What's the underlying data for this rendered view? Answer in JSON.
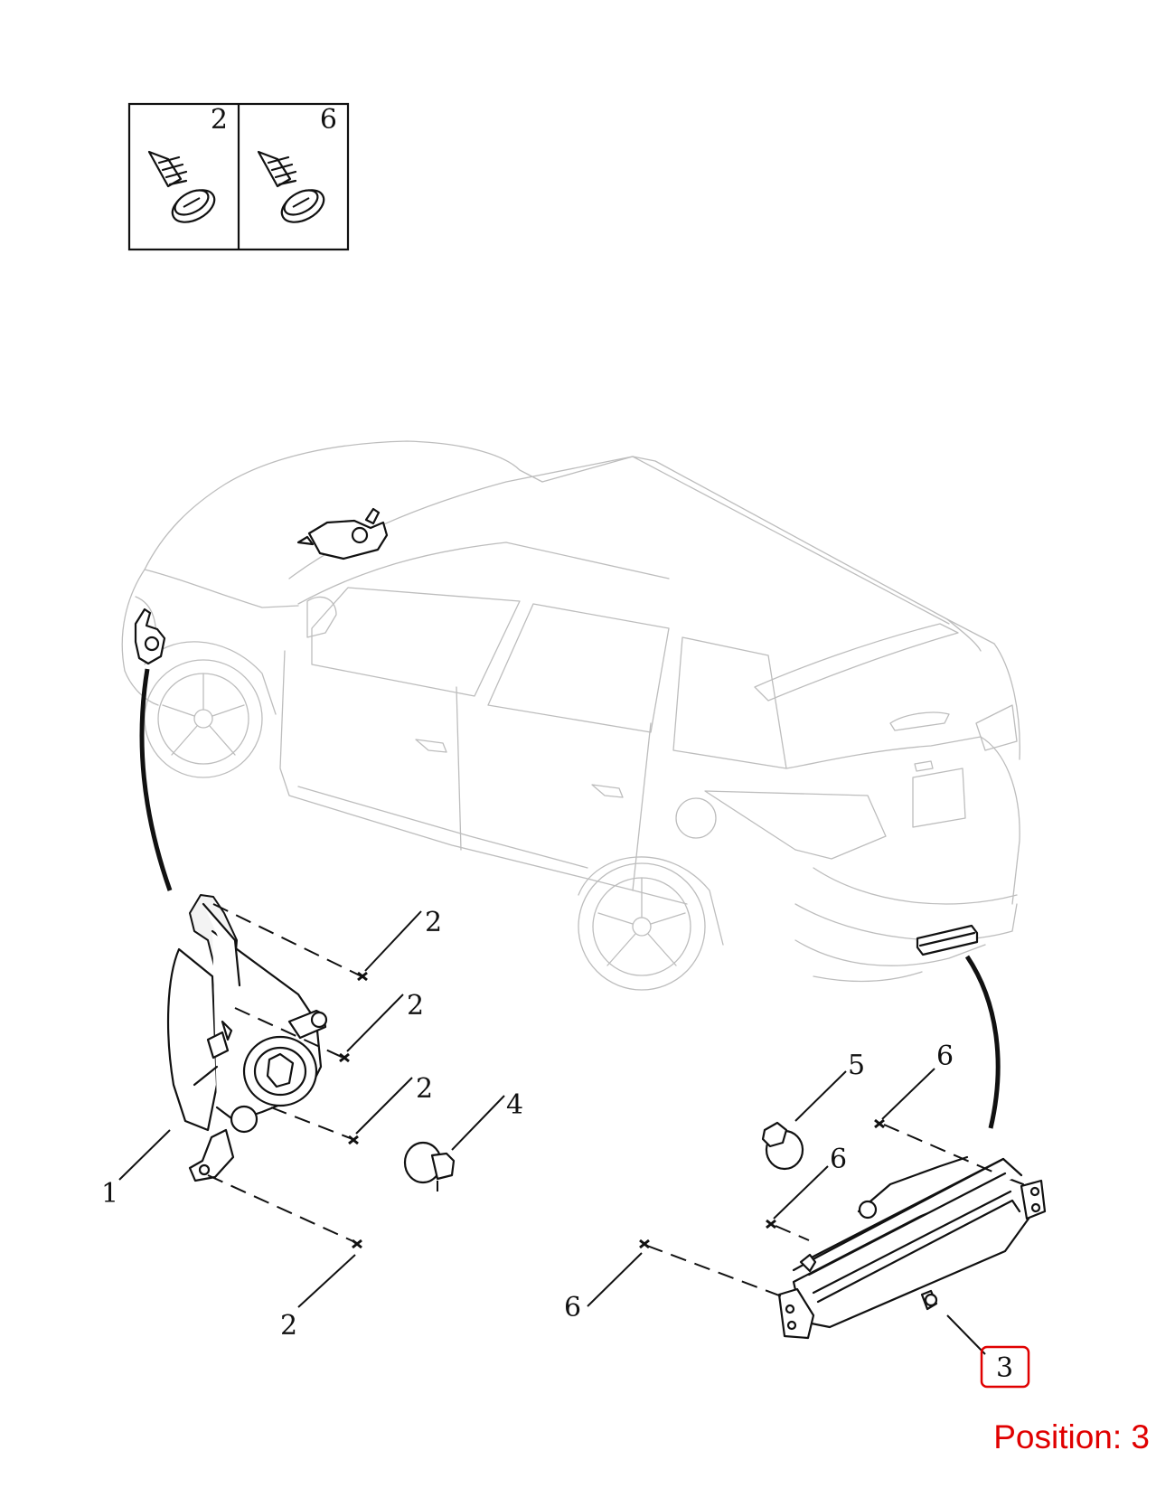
{
  "legend_box": {
    "cells": [
      {
        "label": "2",
        "icon": "screw-icon"
      },
      {
        "label": "6",
        "icon": "screw-icon"
      }
    ]
  },
  "callouts": {
    "c1": "1",
    "c2a": "2",
    "c2b": "2",
    "c2c": "2",
    "c2d": "2",
    "c3": "3",
    "c4": "4",
    "c5": "5",
    "c6a": "6",
    "c6b": "6",
    "c6c": "6"
  },
  "highlight": {
    "label": "Position: 3",
    "color": "#e00000",
    "selected_callout": "3"
  }
}
